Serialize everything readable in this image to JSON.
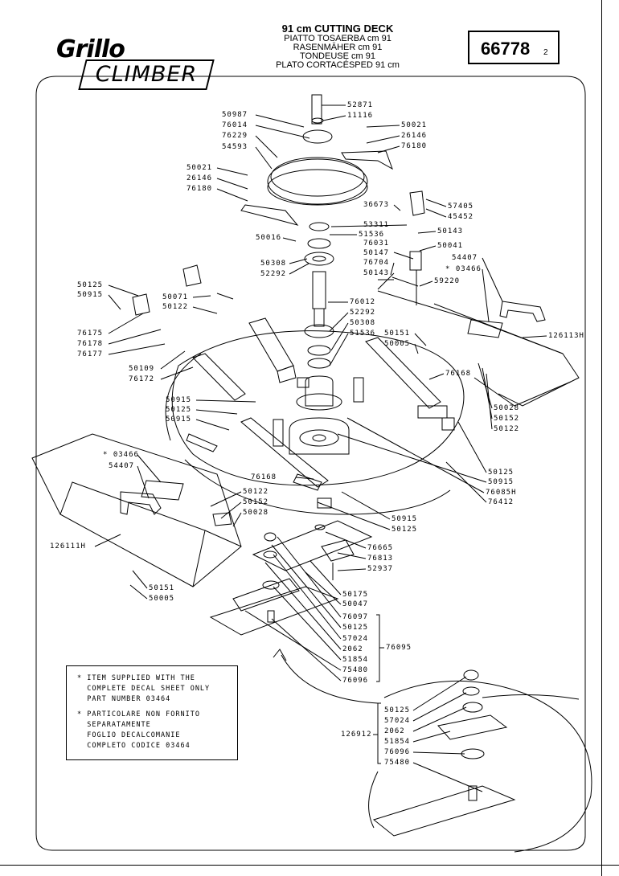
{
  "header": {
    "logo_brand": "Grillo",
    "logo_model": "CLIMBER",
    "title": "91 cm CUTTING DECK",
    "title_it": "PIATTO TOSAERBA cm 91",
    "title_de": "RASENMÄHER cm 91",
    "title_fr": "TONDEUSE cm 91",
    "title_es": "PLATO CORTACÉSPED 91 cm",
    "page_number": "66778",
    "page_sub": "2"
  },
  "labels": {
    "l52871": "52871",
    "l11116": "11116",
    "l50987": "50987",
    "l76014": "76014",
    "l76229": "76229",
    "l54593": "54593",
    "l50021a": "50021",
    "l26146a": "26146",
    "l76180a": "76180",
    "l50021b": "50021",
    "l26146b": "26146",
    "l76180b": "76180",
    "l36673": "36673",
    "l57405": "57405",
    "l45452": "45452",
    "l53311": "53311",
    "l51536a": "51536",
    "l50143a": "50143",
    "l50016": "50016",
    "l76031": "76031",
    "l50041": "50041",
    "l50147": "50147",
    "l50308a": "50308",
    "l52292a": "52292",
    "l76704": "76704",
    "l54407a": "54407",
    "l03466a": "* 03466",
    "l50143b": "50143",
    "l59220": "59220",
    "l50125a": "50125",
    "l50915a": "50915",
    "l50071": "50071",
    "l50122a": "50122",
    "l76012": "76012",
    "l52292b": "52292",
    "l50308b": "50308",
    "l126113H": "126113H",
    "l76175": "76175",
    "l76178": "76178",
    "l76177": "76177",
    "l51536b": "51536",
    "l50151a": "50151",
    "l50005a": "50005",
    "l50109": "50109",
    "l76172": "76172",
    "l76168a": "76168",
    "l50915b": "50915",
    "l50125b": "50125",
    "l50915c": "50915",
    "l50028a": "50028",
    "l50152a": "50152",
    "l50122b": "50122",
    "l03466b": "* 03466",
    "l54407b": "54407",
    "l50125c": "50125",
    "l50915d": "50915",
    "l76085H": "76085H",
    "l76168b": "76168",
    "l76412": "76412",
    "l50122c": "50122",
    "l50152b": "50152",
    "l50028b": "50028",
    "l50915e": "50915",
    "l50125d": "50125",
    "l126111H": "126111H",
    "l76665": "76665",
    "l76813": "76813",
    "l52937": "52937",
    "l50151b": "50151",
    "l50005b": "50005",
    "l50175": "50175",
    "l50047": "50047",
    "l76097": "76097",
    "l50125e": "50125",
    "l57024a": "57024",
    "l2062a": "2062",
    "l76095": "76095",
    "l51854a": "51854",
    "l75480a": "75480",
    "l76096a": "76096",
    "l50125f": "50125",
    "l57024b": "57024",
    "l2062b": "2062",
    "l126912": "126912",
    "l51854b": "51854",
    "l76096b": "76096",
    "l75480b": "75480"
  },
  "note": {
    "line1": "* ITEM SUPPLIED WITH THE",
    "line2": "  COMPLETE DECAL SHEET ONLY",
    "line3": "  PART NUMBER 03464",
    "line4": "* PARTICOLARE NON FORNITO",
    "line5": "  SEPARATAMENTE",
    "line6": "  FOGLIO DECALCOMANIE",
    "line7": "  COMPLETO CODICE 03464"
  }
}
